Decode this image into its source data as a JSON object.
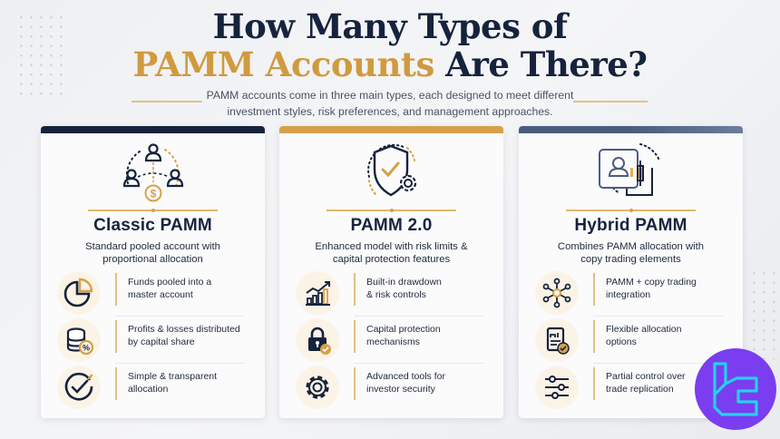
{
  "header": {
    "title_line1": "How Many Types of",
    "title_line2_accent": "PAMM Accounts",
    "title_line2_rest": " Are There?",
    "subtitle_line1": "PAMM accounts come in three main types, each designed to meet different",
    "subtitle_line2": "investment styles, risk preferences, and management approaches."
  },
  "colors": {
    "navy": "#15233d",
    "gold": "#d09a3f",
    "slate": "#4a5d7e",
    "logo_bg": "#7b3df0",
    "logo_fg": "#22d3ee"
  },
  "cards": [
    {
      "title": "Classic PAMM",
      "icon": "network-users-dollar-icon",
      "desc_line1": "Standard pooled account with",
      "desc_line2": "proportional allocation",
      "features": [
        {
          "icon": "pie-chart-icon",
          "line1": "Funds pooled into a",
          "line2": "master account"
        },
        {
          "icon": "coins-percent-icon",
          "line1": "Profits & losses distributed",
          "line2": "by capital share"
        },
        {
          "icon": "check-circle-icon",
          "line1": "Simple & transparent",
          "line2": "allocation"
        }
      ]
    },
    {
      "title": "PAMM 2.0",
      "icon": "shield-check-gear-icon",
      "desc_line1": "Enhanced model with risk limits &",
      "desc_line2": "capital protection features",
      "features": [
        {
          "icon": "growth-chart-icon",
          "line1": "Built-in drawdown",
          "line2": "& risk controls"
        },
        {
          "icon": "padlock-check-icon",
          "line1": "Capital protection",
          "line2": "mechanisms"
        },
        {
          "icon": "gear-icon",
          "line1": "Advanced tools for",
          "line2": "investor security"
        }
      ]
    },
    {
      "title": "Hybrid PAMM",
      "icon": "user-candlestick-icon",
      "desc_line1": "Combines PAMM allocation with",
      "desc_line2": "copy trading elements",
      "features": [
        {
          "icon": "hub-network-icon",
          "line1": "PAMM + copy trading",
          "line2": "integration"
        },
        {
          "icon": "report-check-icon",
          "line1": "Flexible allocation",
          "line2": "options"
        },
        {
          "icon": "sliders-icon",
          "line1": "Partial control over",
          "line2": "trade replication"
        }
      ]
    }
  ],
  "logo": {
    "icon": "brand-logo-icon"
  }
}
